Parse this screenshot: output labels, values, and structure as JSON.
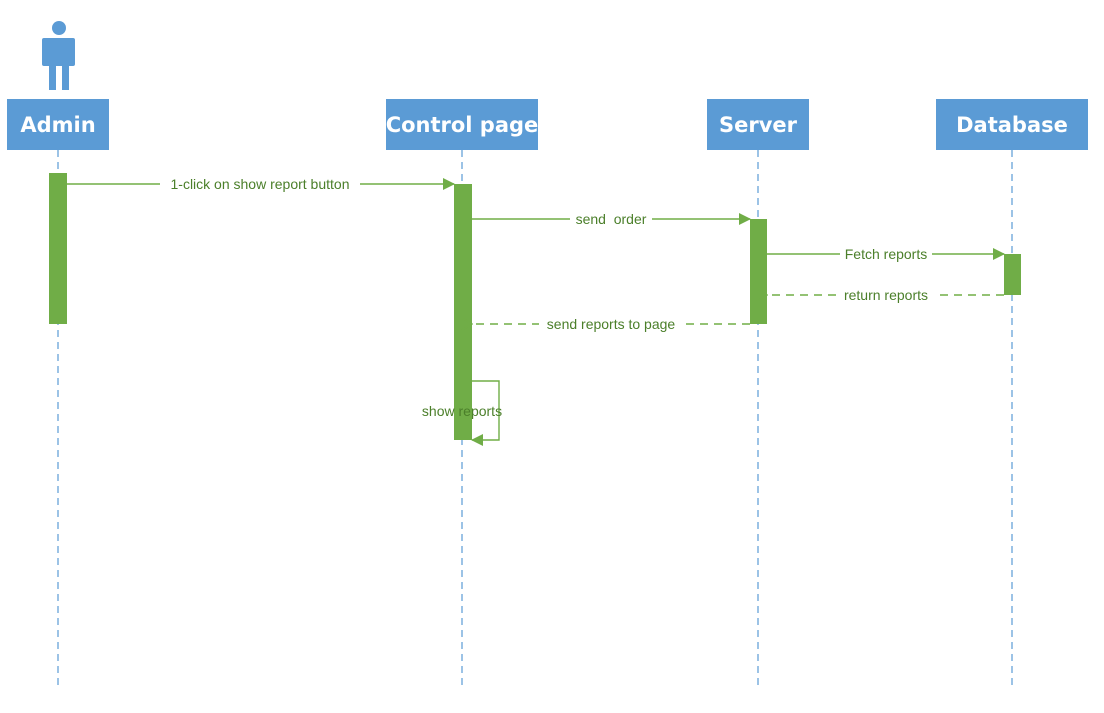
{
  "colors": {
    "participant_fill": "#5b9bd5",
    "participant_text": "#ffffff",
    "lifeline": "#5b9bd5",
    "activation": "#70ad47",
    "message_line": "#70ad47",
    "message_text": "#4b7f2a",
    "background": "#ffffff"
  },
  "actor": {
    "icon": "person-icon"
  },
  "participants": [
    {
      "id": "admin",
      "label": "Admin",
      "is_actor": true
    },
    {
      "id": "control",
      "label": "Control page",
      "is_actor": false
    },
    {
      "id": "server",
      "label": "Server",
      "is_actor": false
    },
    {
      "id": "database",
      "label": "Database",
      "is_actor": false
    }
  ],
  "messages": [
    {
      "from": "admin",
      "to": "control",
      "label": "1-click on show report button",
      "kind": "sync"
    },
    {
      "from": "control",
      "to": "server",
      "label": "send  order",
      "kind": "sync"
    },
    {
      "from": "server",
      "to": "database",
      "label": "Fetch reports",
      "kind": "sync"
    },
    {
      "from": "database",
      "to": "server",
      "label": "return reports",
      "kind": "return"
    },
    {
      "from": "server",
      "to": "control",
      "label": "send reports to page",
      "kind": "return"
    },
    {
      "from": "control",
      "to": "control",
      "label": "show reports",
      "kind": "self"
    }
  ]
}
